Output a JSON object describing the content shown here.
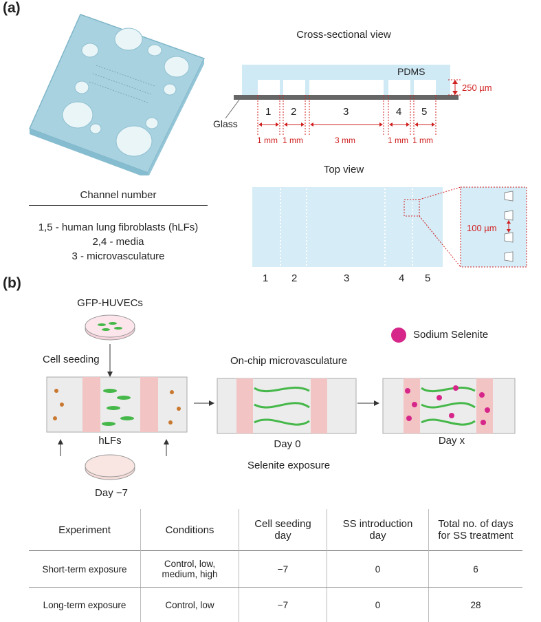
{
  "panel_a": {
    "label": "(a)",
    "cross_title": "Cross-sectional view",
    "pdms": "PDMS",
    "height": "250 µm",
    "glass": "Glass",
    "channels": [
      "1",
      "2",
      "3",
      "4",
      "5"
    ],
    "widths": [
      "1 mm",
      "1 mm",
      "3 mm",
      "1 mm",
      "1 mm"
    ],
    "top_title": "Top view",
    "gap": "100 µm",
    "legend_title": "Channel number",
    "legend_lines": [
      "1,5 - human lung fibroblasts (hLFs)",
      "2,4 - media",
      "3 - microvasculature"
    ]
  },
  "panel_b": {
    "label": "(b)",
    "huvec": "GFP-HUVECs",
    "cell_seeding": "Cell seeding",
    "hlfs": "hLFs",
    "day_minus7": "Day −7",
    "onchip": "On-chip microvasculature",
    "day0": "Day 0",
    "selenite_exposure": "Selenite exposure",
    "sodium_selenite": "Sodium Selenite",
    "dayx": "Day x"
  },
  "table": {
    "headers": [
      "Experiment",
      "Conditions",
      "Cell seeding day",
      "SS introduction day",
      "Total no. of days for SS treatment"
    ],
    "header_lines": [
      [
        "Experiment"
      ],
      [
        "Conditions"
      ],
      [
        "Cell seeding",
        "day"
      ],
      [
        "SS introduction",
        "day"
      ],
      [
        "Total no. of days",
        "for SS treatment"
      ]
    ],
    "rows": [
      {
        "experiment": "Short-term exposure",
        "conditions": "Control, low, medium, high",
        "conditions_lines": [
          "Control, low,",
          "medium, high"
        ],
        "seeding": "−7",
        "introduction": "0",
        "total": "6"
      },
      {
        "experiment": "Long-term exposure",
        "conditions": "Control, low",
        "seeding": "−7",
        "introduction": "0",
        "total": "28"
      }
    ]
  },
  "colors": {
    "pdms": "#cfe9f5",
    "channel_blue": "#d6ecf7",
    "pink": "#f3c4c4",
    "green": "#46b84a",
    "orange": "#c9782f",
    "magenta": "#d6268a",
    "red_dim": "#d02020",
    "glass": "#666666"
  }
}
